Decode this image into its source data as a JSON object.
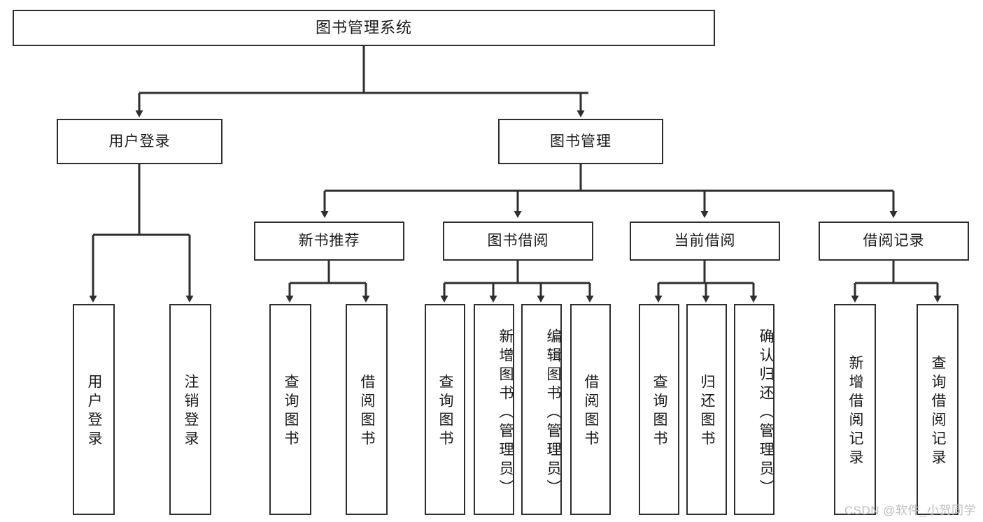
{
  "diagram": {
    "type": "tree-hierarchy",
    "title": "图书管理系统",
    "stroke_color": "#2e2e2e",
    "fill_color": "#ffffff",
    "text_color": "#1a1a1a",
    "root": {
      "label": "图书管理系统"
    },
    "level2": [
      {
        "id": "user-login",
        "label": "用户登录"
      },
      {
        "id": "book-management",
        "label": "图书管理"
      }
    ],
    "level3": [
      {
        "id": "new-book-recommend",
        "label": "新书推荐",
        "parent": "book-management"
      },
      {
        "id": "book-borrow",
        "label": "图书借阅",
        "parent": "book-management"
      },
      {
        "id": "current-borrow",
        "label": "当前借阅",
        "parent": "book-management"
      },
      {
        "id": "borrow-record",
        "label": "借阅记录",
        "parent": "book-management"
      }
    ],
    "leaves": {
      "user-login": [
        {
          "id": "leaf-user-login",
          "label": "用户登录"
        },
        {
          "id": "leaf-user-logout",
          "label": "注销登录"
        }
      ],
      "new-book-recommend": [
        {
          "id": "leaf-query-book-1",
          "label": "查询图书"
        },
        {
          "id": "leaf-borrow-book-1",
          "label": "借阅图书"
        }
      ],
      "book-borrow": [
        {
          "id": "leaf-query-book-2",
          "label": "查询图书"
        },
        {
          "id": "leaf-add-book",
          "label": "新增图书（管理员）"
        },
        {
          "id": "leaf-edit-book",
          "label": "编辑图书（管理员）"
        },
        {
          "id": "leaf-borrow-book-2",
          "label": "借阅图书"
        }
      ],
      "current-borrow": [
        {
          "id": "leaf-query-book-3",
          "label": "查询图书"
        },
        {
          "id": "leaf-return-book",
          "label": "归还图书"
        },
        {
          "id": "leaf-confirm-return",
          "label": "确认归还（管理员）"
        }
      ],
      "borrow-record": [
        {
          "id": "leaf-add-record",
          "label": "新增借阅记录"
        },
        {
          "id": "leaf-query-record",
          "label": "查询借阅记录"
        }
      ]
    }
  },
  "watermark": {
    "text": "CSDN @软件_小贺同学"
  }
}
